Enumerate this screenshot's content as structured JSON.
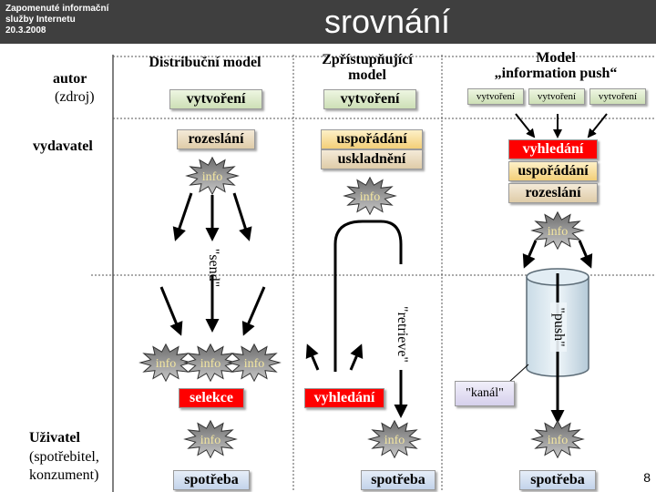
{
  "header": {
    "subtitle_lines": [
      "Zapomenuté informační",
      "služby Internetu",
      "20.3.2008"
    ],
    "title": "srovnání"
  },
  "rows": {
    "autor": "autor",
    "zdroj": "(zdroj)",
    "vydavatel": "vydavatel",
    "uzivatel": "Uživatel",
    "spotrebitel": "(spotřebitel,",
    "konzument": "konzument)"
  },
  "columns": {
    "distribucni": "Distribuční model",
    "zpristupnujici": [
      "Zpřístupňující",
      "model"
    ],
    "push": [
      "Model",
      "„information push“"
    ]
  },
  "boxes": {
    "vytvoreni": "vytvoření",
    "rozeslani": "rozeslání",
    "usporadani": "uspořádání",
    "uskladneni": "uskladnění",
    "vyhledani": "vyhledání",
    "selekce": "selekce",
    "spotreba": "spotřeba",
    "kanal": "\"kanál\""
  },
  "info_label": "info",
  "flow_labels": {
    "send": "\"send\"",
    "retrieve": "\"retrieve\"",
    "push": "\"push\""
  },
  "page_number": "8"
}
